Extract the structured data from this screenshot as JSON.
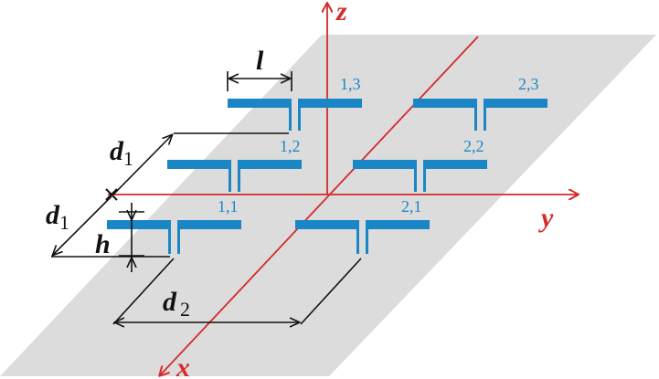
{
  "colors": {
    "plane": "#dcdcdc",
    "axis": "#d42a2a",
    "dipole": "#1b86c6",
    "dimension": "#111111"
  },
  "axes": {
    "x": "x",
    "y": "y",
    "z": "z"
  },
  "dimensions": {
    "l": "l",
    "h": "h",
    "d1_main": "d",
    "d1_sub": "1",
    "d2_main": "d",
    "d2_sub": "2"
  },
  "elements": {
    "e11": "1,1",
    "e12": "1,2",
    "e13": "1,3",
    "e21": "2,1",
    "e22": "2,2",
    "e23": "2,3"
  }
}
